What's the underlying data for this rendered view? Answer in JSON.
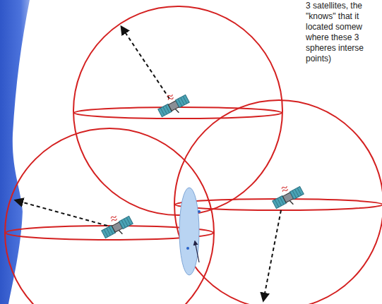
{
  "diagram": {
    "labels": [
      "3 satellites, the",
      "\"knows\" that it",
      "located somew",
      "where these 3",
      "spheres interse",
      "points)"
    ]
  }
}
